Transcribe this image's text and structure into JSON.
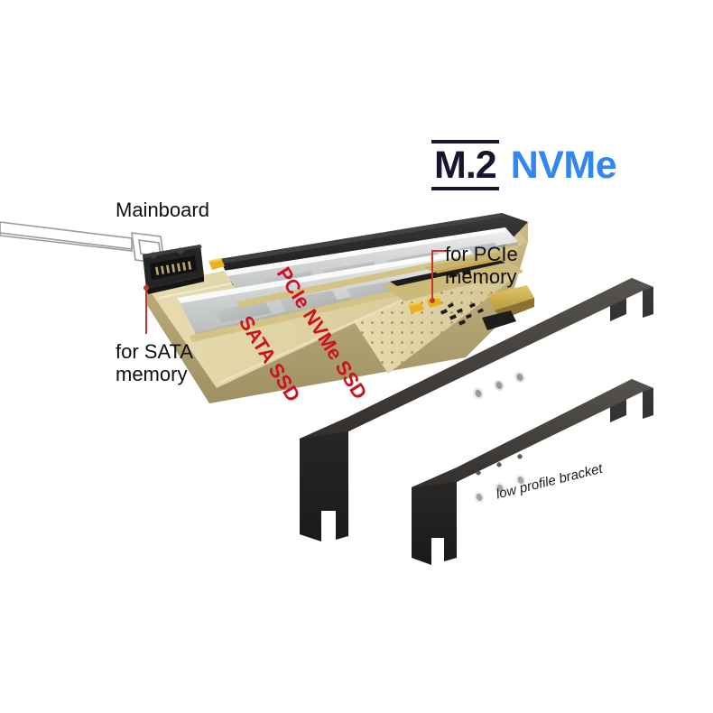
{
  "image": {
    "subject": "M.2 NVMe and SATA SSD PCI Express adapter card",
    "background_color": "#ffffff"
  },
  "logo": {
    "m2_text": "M.2",
    "nvme_text": "NVMe",
    "m2_color": "#16162e",
    "nvme_color": "#2f87ef"
  },
  "callouts": {
    "mainboard": "Mainboard",
    "sata_line1": "for SATA",
    "sata_line2": "memory",
    "pcie_line1": "for PCIe",
    "pcie_line2": "memory",
    "leader_color": "#c0392b"
  },
  "board_labels": {
    "pcie_nvme_ssd": "PCIe NVMe SSD",
    "sata_ssd": "SATA SSD",
    "color": "#cc1122"
  },
  "bracket": {
    "low_profile_caption": "low profile bracket",
    "color": "#2e2c2b"
  },
  "colors": {
    "pcb_gold": "#d8c88d",
    "pcb_cream": "#e3d9a8",
    "heatsink_silver": "#d6d8d8",
    "connector_black": "#262626",
    "capacitor_yellow": "#e8b21f",
    "cable_outline": "#9a9a9a"
  }
}
